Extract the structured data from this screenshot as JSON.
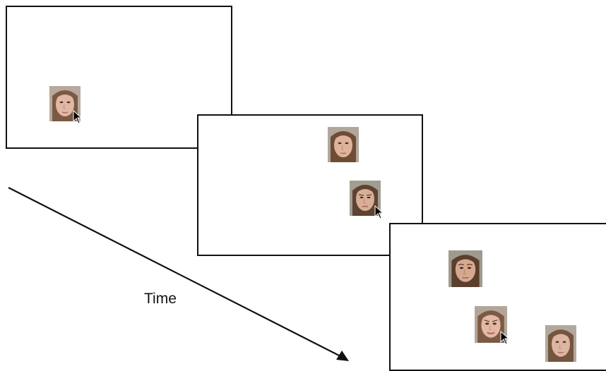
{
  "time_label": "Time",
  "colors": {
    "frame_border": "#111111",
    "arrow": "#111111",
    "skin": "#d9b19b",
    "hair": "#6b4a35",
    "background_photo": "#a9a396"
  },
  "screens": [
    {
      "faces": 1,
      "cursor_on_face": 1
    },
    {
      "faces": 2,
      "cursor_on_face": 2
    },
    {
      "faces": 3,
      "cursor_on_face": 2
    }
  ],
  "icons": [
    "face-stimulus-image",
    "mouse-pointer-icon",
    "arrow-head-icon"
  ]
}
